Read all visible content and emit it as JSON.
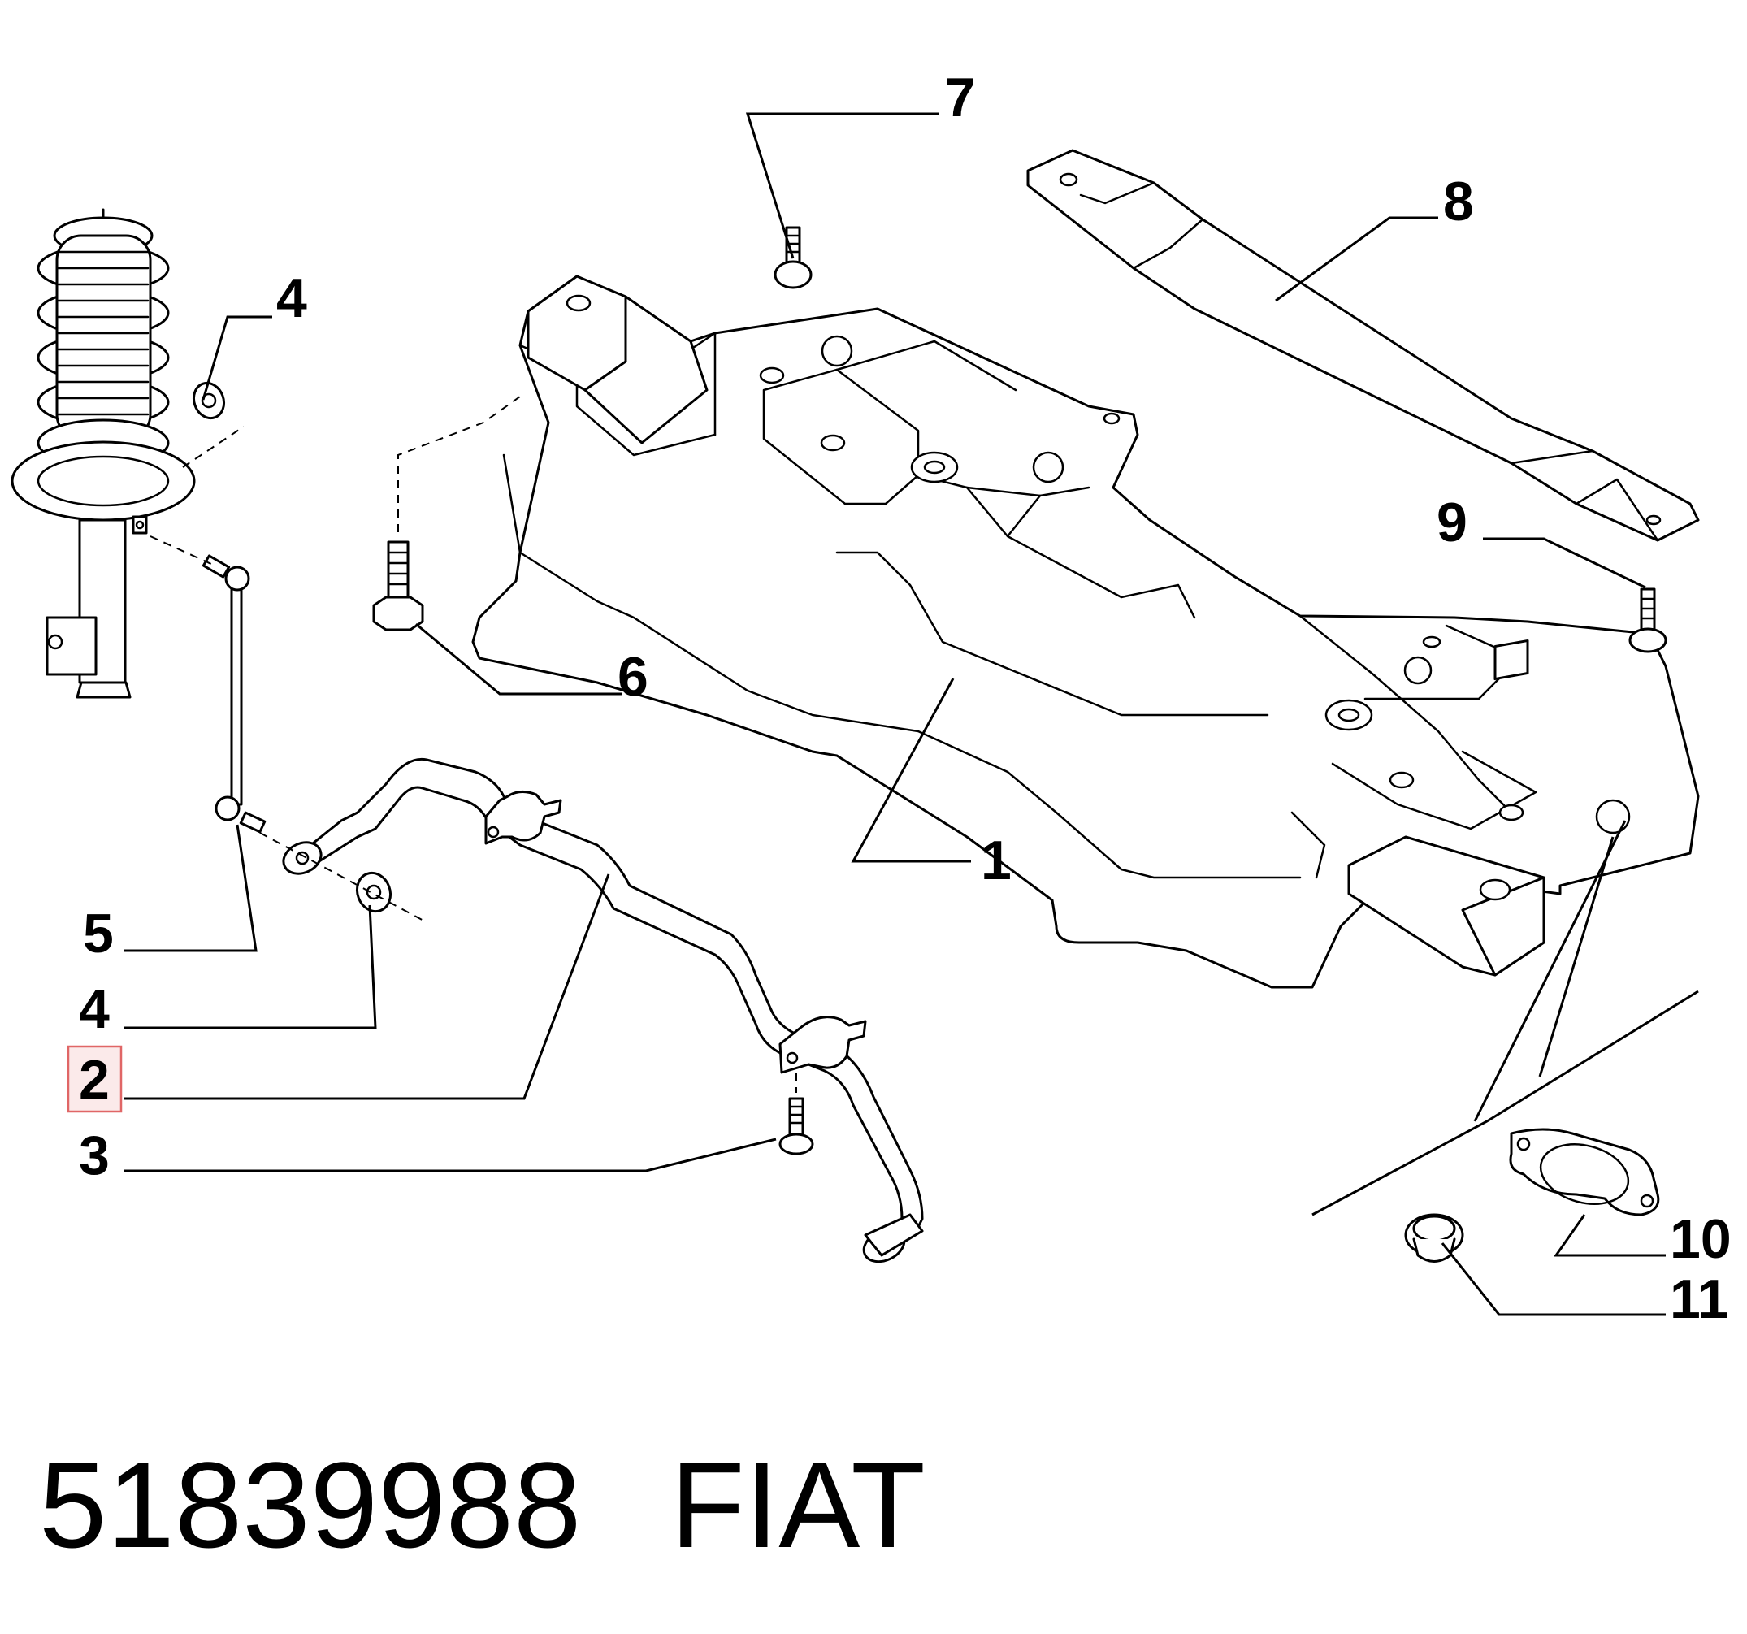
{
  "callouts": {
    "c1": "1",
    "c2": "2",
    "c3": "3",
    "c4_top": "4",
    "c4_bottom": "4",
    "c5": "5",
    "c6": "6",
    "c7": "7",
    "c8": "8",
    "c9": "9",
    "c10": "10",
    "c11": "11"
  },
  "highlighted_callout": "2",
  "caption": {
    "part_number": "51839988",
    "brand": "FIAT"
  },
  "colors": {
    "line": "#000000",
    "highlight_border": "#e06666",
    "highlight_fill": "#fbeaea"
  }
}
